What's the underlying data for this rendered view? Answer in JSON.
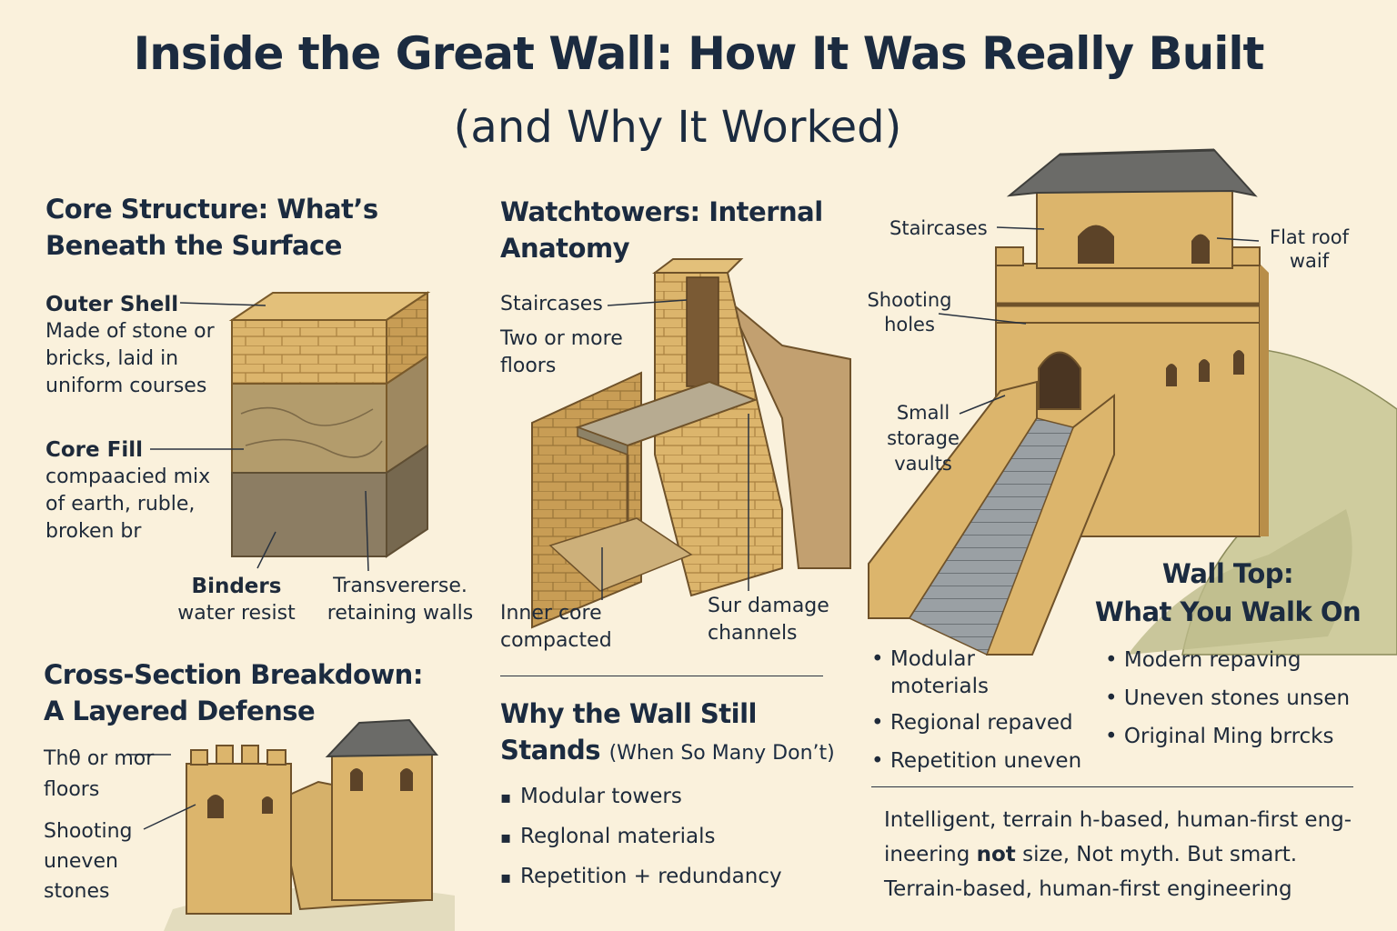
{
  "header": {
    "title": "Inside the Great Wall: How It Was Really Built",
    "subtitle": "(and Why It Worked)"
  },
  "core_structure": {
    "heading_line1": "Core Structure: What’s",
    "heading_line2": "Beneath the Surface",
    "outer_shell": {
      "title": "Outer Shell",
      "desc": [
        "Made of stone or",
        "bricks, laid in",
        "uniform courses"
      ]
    },
    "core_fill": {
      "title": "Core Fill",
      "desc": [
        "compaacied mix",
        "of earth, ruble,",
        "broken br"
      ]
    },
    "binders": {
      "title": "Binders",
      "desc": "water resist"
    },
    "transverse": {
      "title": "Transvererse.",
      "desc": "retaining walls"
    }
  },
  "watchtowers": {
    "heading_line1": "Watchtowers: Internal",
    "heading_line2": "Anatomy",
    "staircases": "Staircases",
    "floors": [
      "Two or more",
      "floors"
    ],
    "inner_core": [
      "Inner core",
      "compacted"
    ],
    "damage": [
      "Sur damage",
      "channels"
    ]
  },
  "big_tower": {
    "staircases": "Staircases",
    "flat_roof": [
      "Flat roof",
      "waif"
    ],
    "shooting_holes": [
      "Shooting",
      "holes"
    ],
    "storage": [
      "Small",
      "storage",
      "vaults"
    ]
  },
  "cross_section": {
    "heading_line1": "Cross-Section Breakdown:",
    "heading_line2": "A Layered Defense",
    "floors": [
      "Thθ or mor",
      "floors"
    ],
    "shooting": [
      "Shooting",
      "uneven",
      "stones"
    ]
  },
  "why_stands": {
    "heading_line1": "Why the Wall Still",
    "heading_line2": "Stands",
    "heading_suffix": "(When So Many Don’t)",
    "bullets": [
      "Modular towers",
      "Reglonal materials",
      "Repetition + redundancy"
    ]
  },
  "wall_top": {
    "heading_line1": "Wall Top:",
    "heading_line2": "What You Walk On",
    "left_bullets": [
      "Modular",
      "moterials",
      "Regional repaved",
      "Repetition uneven"
    ],
    "right_bullets": [
      "Modern repaving",
      "Uneven stones unsen",
      "Original Ming brrcks"
    ]
  },
  "conclusion": {
    "line1": "Intelligent, terrain h-based, human-first eng-",
    "line2_a": "ineering",
    "line2_b": "not",
    "line2_c": "size, Not myth. But smart.",
    "line3": "Terrain-based, human-first engineering"
  },
  "colors": {
    "background": "#faf1dc",
    "heading": "#1b2b40",
    "brick": "#d9b36a",
    "brick_dark": "#b88e49",
    "fill_earth": "#a8936a",
    "fill_dark": "#857358",
    "roof": "#6b6b68",
    "hill": "#c9c79a"
  }
}
